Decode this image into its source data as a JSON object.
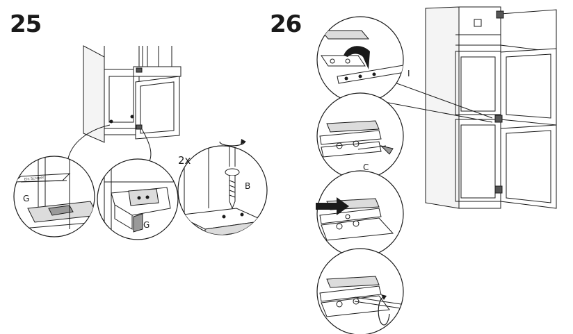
{
  "steps": [
    {
      "number": "25"
    },
    {
      "number": "26"
    }
  ],
  "step25": {
    "quantity": "2x",
    "labels": [
      "G",
      "G",
      "B"
    ],
    "tool_text": "Ein Scraper"
  },
  "step26": {
    "labels": [
      "I",
      "C"
    ]
  },
  "colors": {
    "line": "#1a1a1a",
    "shade": "#dcdcdc",
    "dark_shade": "#9a9a9a",
    "arrow": "#1a1a1a"
  }
}
